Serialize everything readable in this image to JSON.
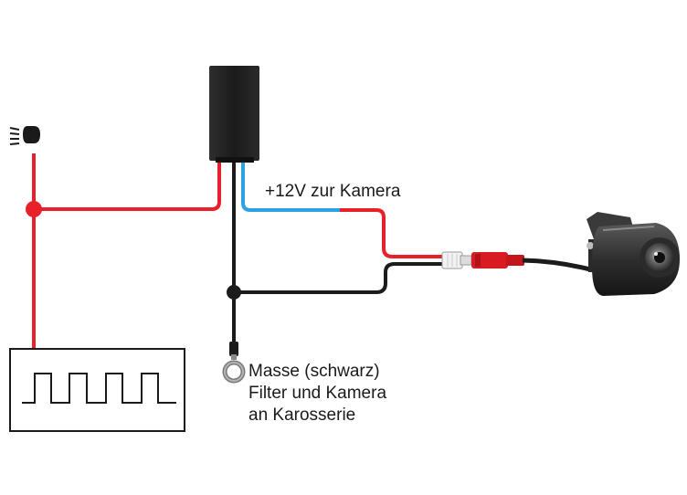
{
  "labels": {
    "power_to_camera": "+12V zur Kamera",
    "ground_lines": [
      "Masse (schwarz)",
      "Filter und Kamera",
      "an Karosserie"
    ]
  },
  "colors": {
    "positive_wire": "#e8202a",
    "negative_wire": "#1c1c1c",
    "camera_feed_wire": "#2aa3e0",
    "filter_box": "#232323",
    "connector_red": "#d81b22",
    "connector_white": "#f2f2f2"
  },
  "icons": {
    "headlight": "headlight-icon",
    "ground_ring": "ring-terminal-icon",
    "camera": "reversing-camera-icon",
    "signal": "square-wave-icon"
  }
}
